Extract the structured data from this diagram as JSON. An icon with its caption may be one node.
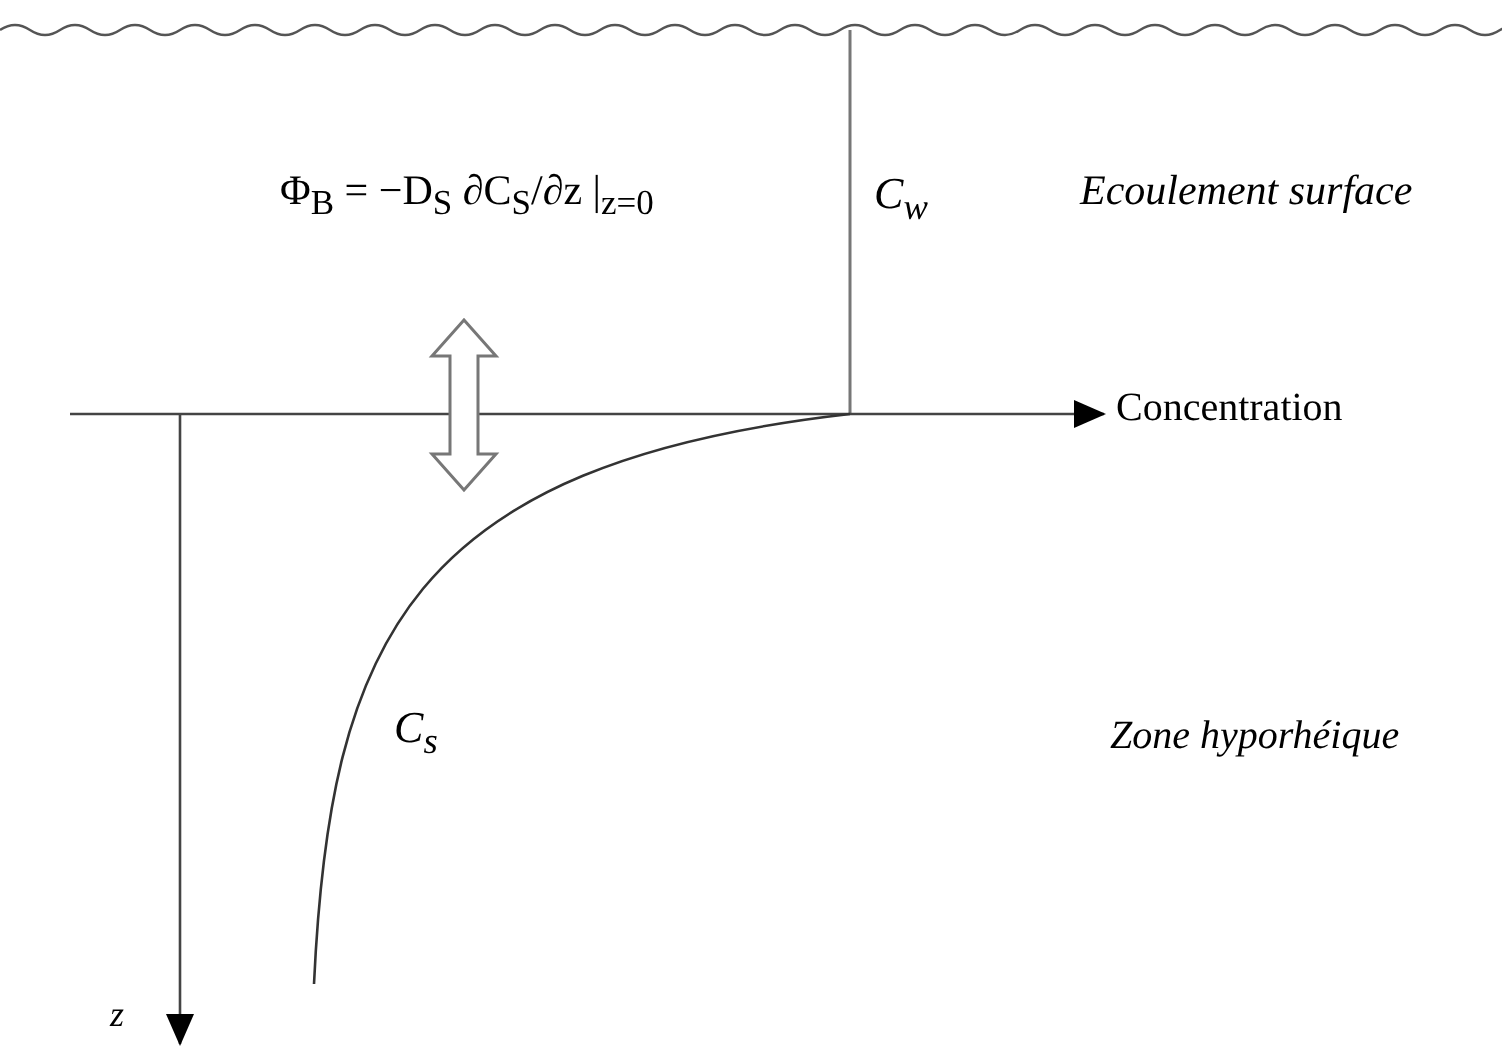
{
  "diagram": {
    "labels": [
      "Φ$_{B}$ = −D$_{S}$ ∂C$_{S}$/∂z |$_{z=0}$",
      "C$_{w}$",
      "Ecoulement surface",
      "Concentration",
      "C$_{s}$",
      "Zone hyporhéique",
      "z"
    ]
  }
}
